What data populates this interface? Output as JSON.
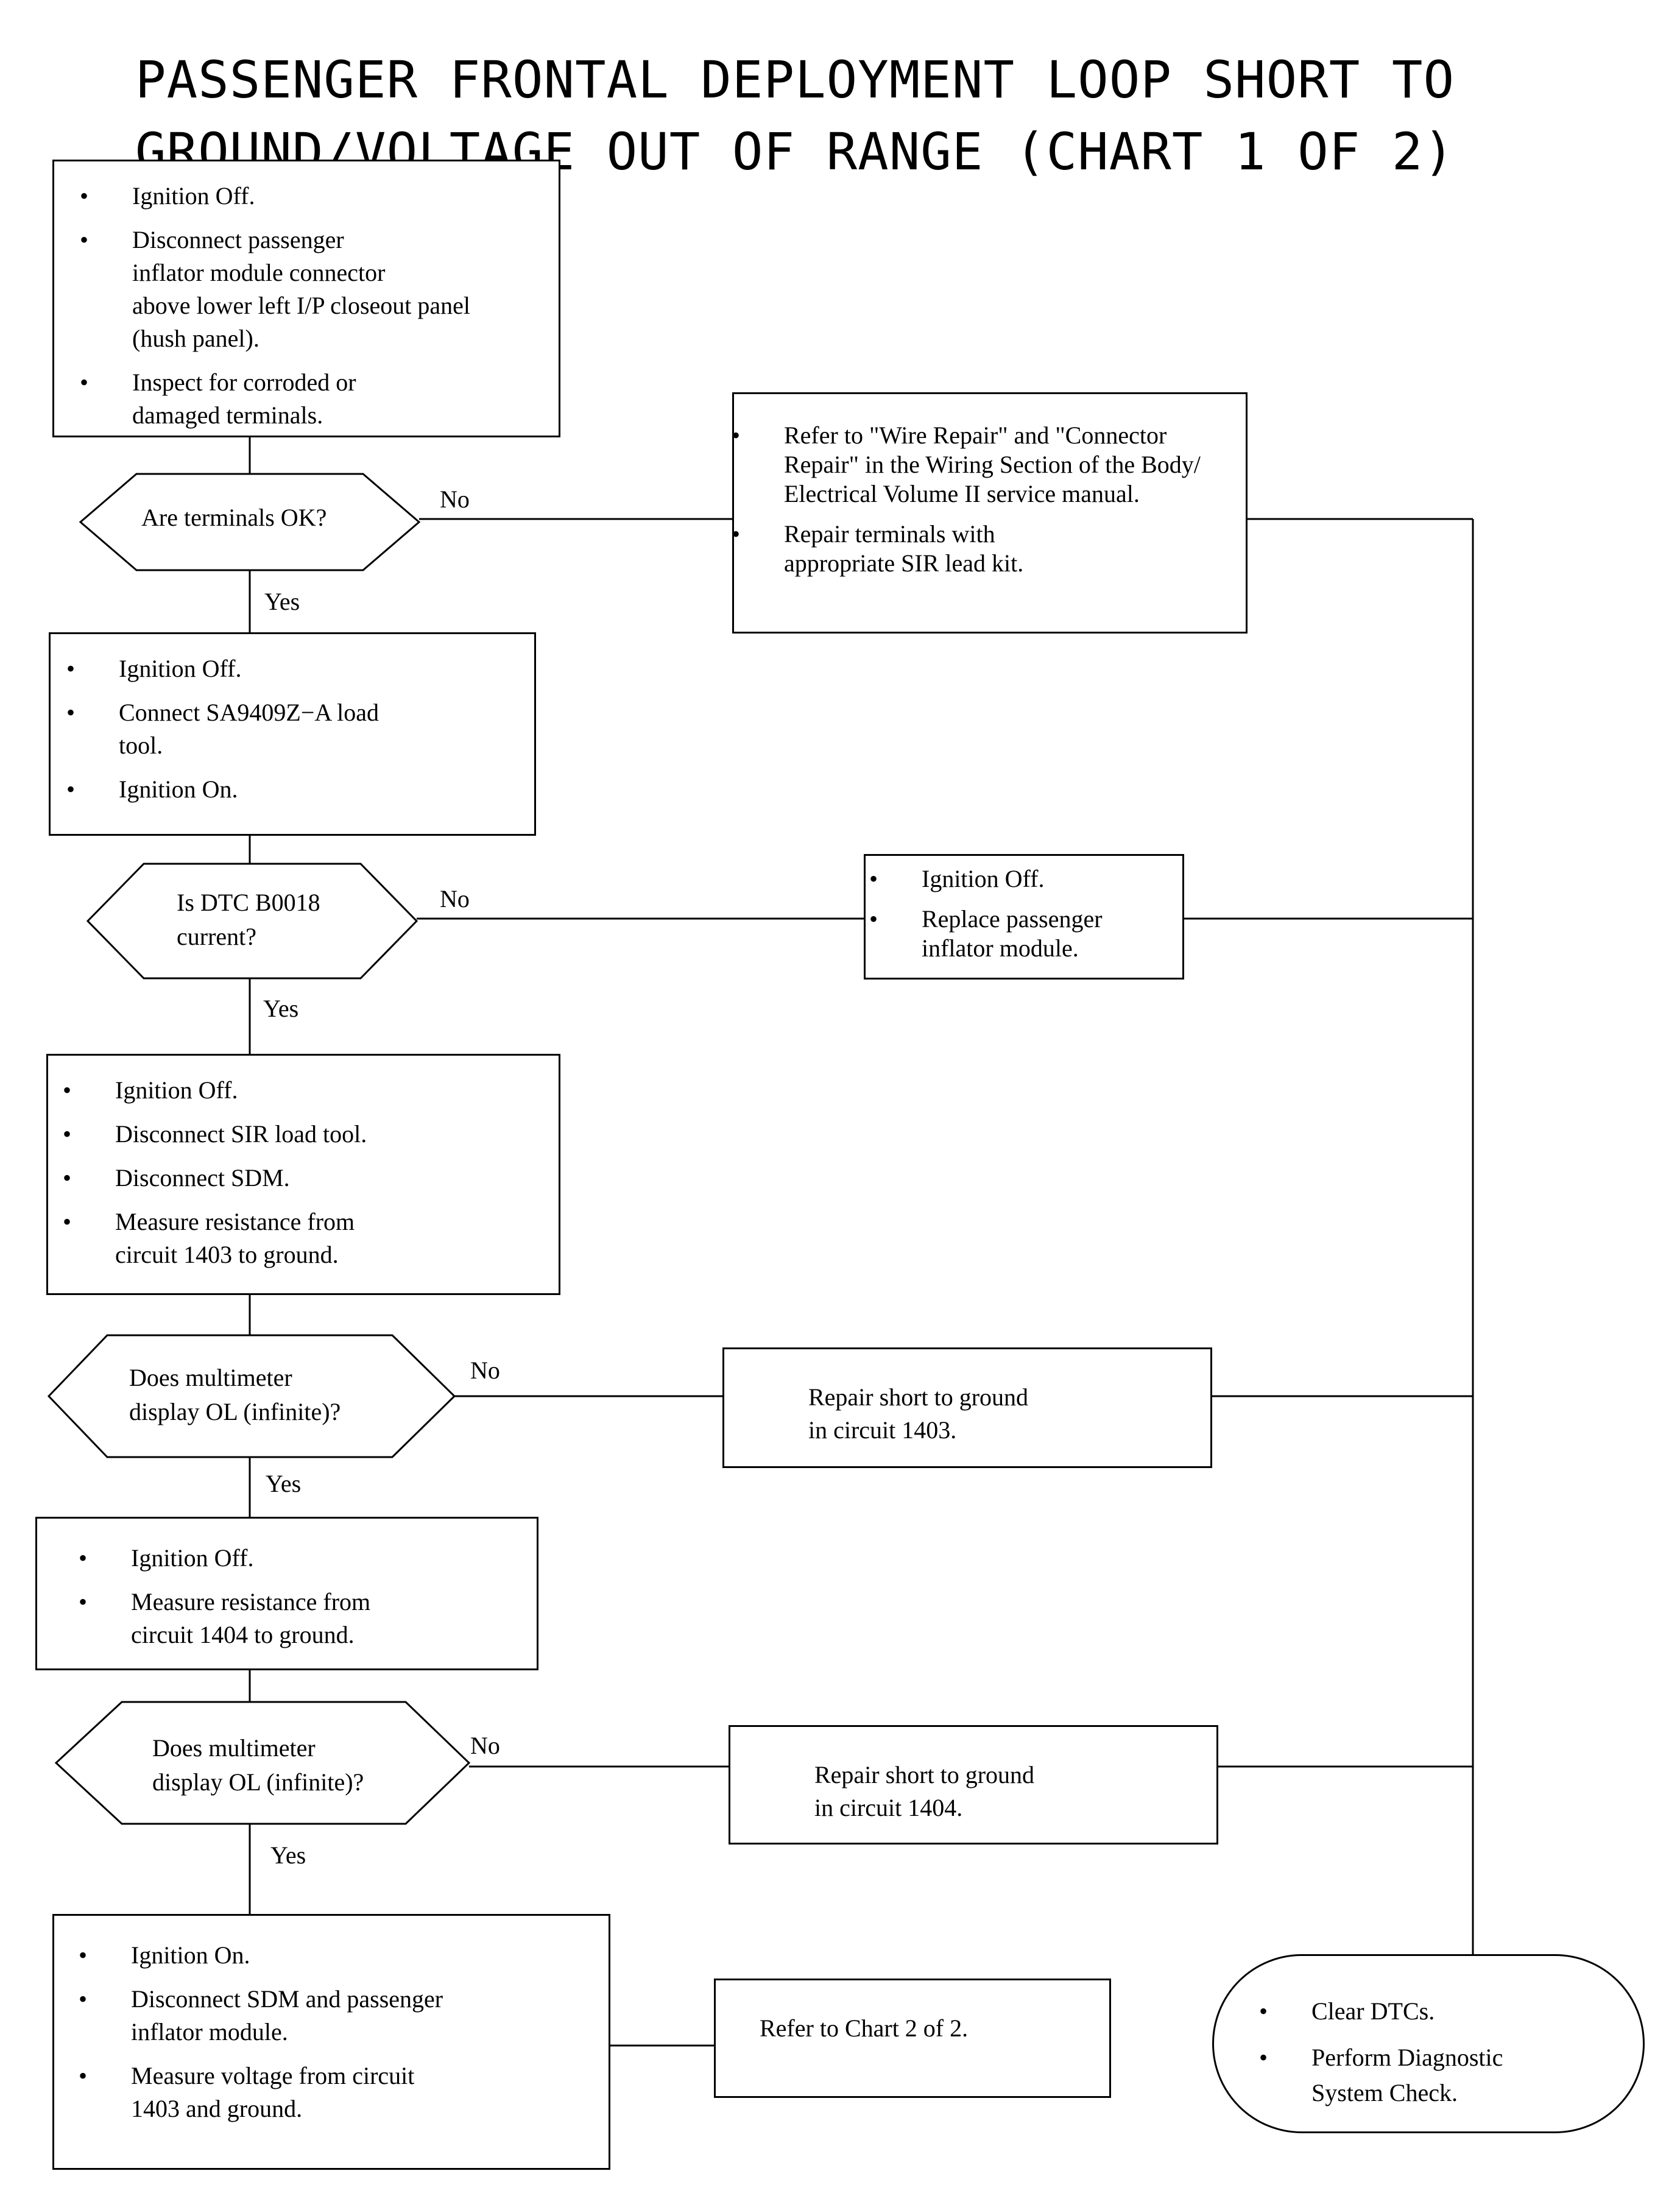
{
  "title": {
    "line1": "PASSENGER FRONTAL DEPLOYMENT LOOP SHORT TO",
    "line2": "GROUND/VOLTAGE OUT OF RANGE (CHART 1 OF 2)"
  },
  "step1": {
    "items": [
      [
        "Ignition Off."
      ],
      [
        "Disconnect passenger",
        "inflator module connector",
        "above lower left I/P closeout panel",
        "(hush panel)."
      ],
      [
        "Inspect for corroded or",
        "damaged terminals."
      ]
    ]
  },
  "decision1": {
    "lines": [
      "Are terminals OK?"
    ],
    "yes": "Yes",
    "no": "No"
  },
  "repair1": {
    "items": [
      [
        "Refer to \"Wire Repair\" and \"Connector",
        "Repair\" in the Wiring Section of the Body/",
        "Electrical Volume II service manual."
      ],
      [
        "Repair terminals with",
        "appropriate SIR lead kit."
      ]
    ]
  },
  "step2": {
    "items": [
      [
        "Ignition Off."
      ],
      [
        "Connect SA9409Z−A load",
        "tool."
      ],
      [
        "Ignition On."
      ]
    ]
  },
  "decision2": {
    "lines": [
      "Is DTC B0018",
      "current?"
    ],
    "yes": "Yes",
    "no": "No"
  },
  "repair2": {
    "items": [
      [
        "Ignition Off."
      ],
      [
        "Replace passenger",
        "inflator module."
      ]
    ]
  },
  "step3": {
    "items": [
      [
        "Ignition Off."
      ],
      [
        "Disconnect SIR load tool."
      ],
      [
        "Disconnect SDM."
      ],
      [
        "Measure resistance from",
        "circuit 1403 to ground."
      ]
    ]
  },
  "decision3": {
    "lines": [
      "Does multimeter",
      "display OL (infinite)?"
    ],
    "yes": "Yes",
    "no": "No"
  },
  "repair3": {
    "lines": [
      "Repair short to ground",
      "in circuit 1403."
    ]
  },
  "step4": {
    "items": [
      [
        "Ignition Off."
      ],
      [
        "Measure resistance from",
        "circuit 1404 to ground."
      ]
    ]
  },
  "decision4": {
    "lines": [
      "Does multimeter",
      "display OL (infinite)?"
    ],
    "yes": "Yes",
    "no": "No"
  },
  "repair4": {
    "lines": [
      "Repair short to ground",
      "in circuit 1404."
    ]
  },
  "step5": {
    "items": [
      [
        "Ignition On."
      ],
      [
        "Disconnect SDM and passenger",
        "inflator module."
      ],
      [
        "Measure voltage from circuit",
        "1403 and ground."
      ]
    ]
  },
  "refer": {
    "lines": [
      "Refer to Chart 2 of 2."
    ]
  },
  "terminal": {
    "items": [
      [
        "Clear DTCs."
      ],
      [
        "Perform Diagnostic",
        "System Check."
      ]
    ]
  }
}
